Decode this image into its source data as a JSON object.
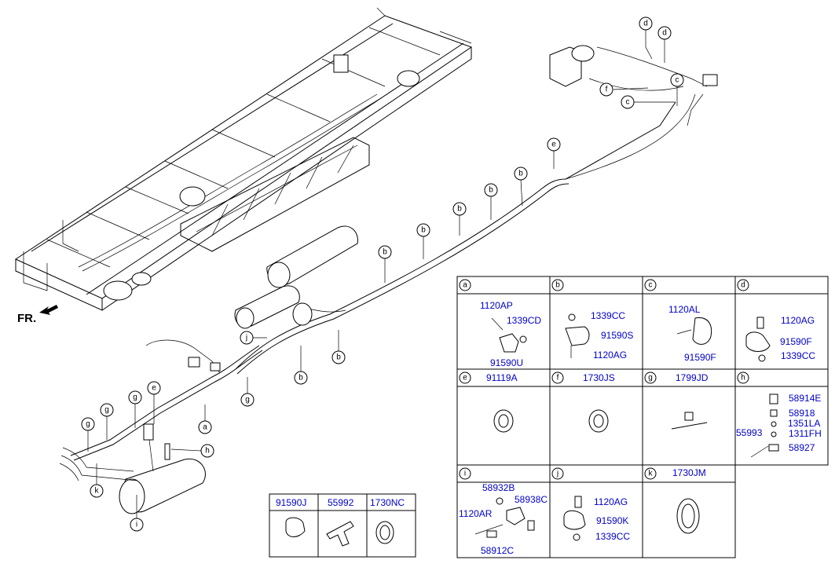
{
  "orientation_label": "FR.",
  "callout_letters": [
    "a",
    "b",
    "c",
    "d",
    "e",
    "f",
    "g",
    "h",
    "i",
    "j",
    "k"
  ],
  "table": {
    "row1": {
      "a": {
        "letter": "a",
        "parts": [
          "1120AP",
          "1339CD",
          "91590U"
        ]
      },
      "b": {
        "letter": "b",
        "parts": [
          "1339CC",
          "91590S",
          "1120AG"
        ]
      },
      "c": {
        "letter": "c",
        "parts": [
          "1120AL",
          "91590F"
        ]
      },
      "d": {
        "letter": "d",
        "parts": [
          "1120AG",
          "91590F",
          "1339CC"
        ]
      }
    },
    "row2": {
      "e": {
        "letter": "e",
        "part": "91119A"
      },
      "f": {
        "letter": "f",
        "part": "1730JS"
      },
      "g": {
        "letter": "g",
        "part": "1799JD"
      },
      "h": {
        "letter": "h",
        "parts": [
          "58914E",
          "58918",
          "1351LA",
          "1311FH",
          "58927",
          "55993"
        ]
      }
    },
    "row3": {
      "i": {
        "letter": "i",
        "parts": [
          "58932B",
          "58938C",
          "1120AR",
          "58912C"
        ]
      },
      "j": {
        "letter": "j",
        "parts": [
          "1120AG",
          "91590K",
          "1339CC"
        ]
      },
      "k": {
        "letter": "k",
        "part": "1730JM"
      }
    }
  },
  "small_table": [
    "91590J",
    "55992",
    "1730NC"
  ]
}
